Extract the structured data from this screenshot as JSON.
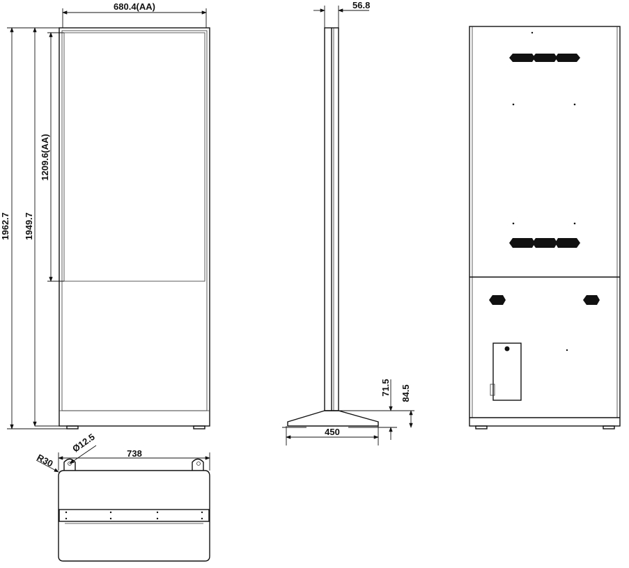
{
  "drawing": {
    "front_view": {
      "width_aa": "680.4(AA)",
      "height_total": "1962.7",
      "height_body": "1949.7",
      "height_aa": "1209.6(AA)"
    },
    "side_view": {
      "depth": "56.8",
      "base_height_1": "71.5",
      "base_height_2": "84.5",
      "base_depth": "450"
    },
    "bottom_view": {
      "width": "738",
      "corner_radius": "R30",
      "hole_diameter": "Ø12.5"
    }
  }
}
